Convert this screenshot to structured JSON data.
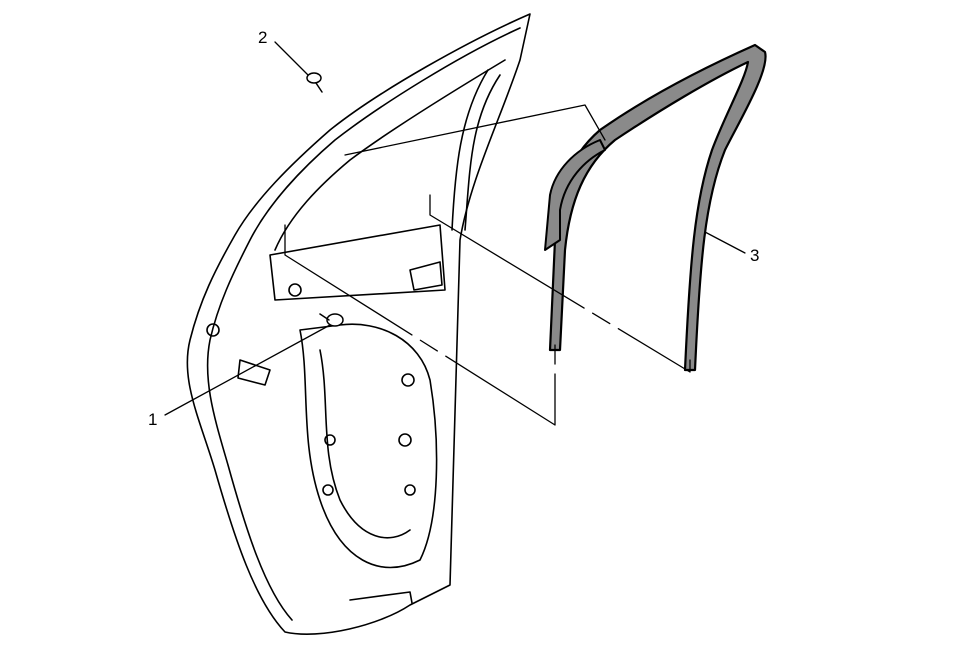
{
  "callouts": [
    {
      "id": "1",
      "label": "1"
    },
    {
      "id": "2",
      "label": "2"
    },
    {
      "id": "3",
      "label": "3"
    }
  ],
  "colors": {
    "line": "#000000",
    "background": "#ffffff",
    "channel_fill": "#8a8a8a"
  }
}
